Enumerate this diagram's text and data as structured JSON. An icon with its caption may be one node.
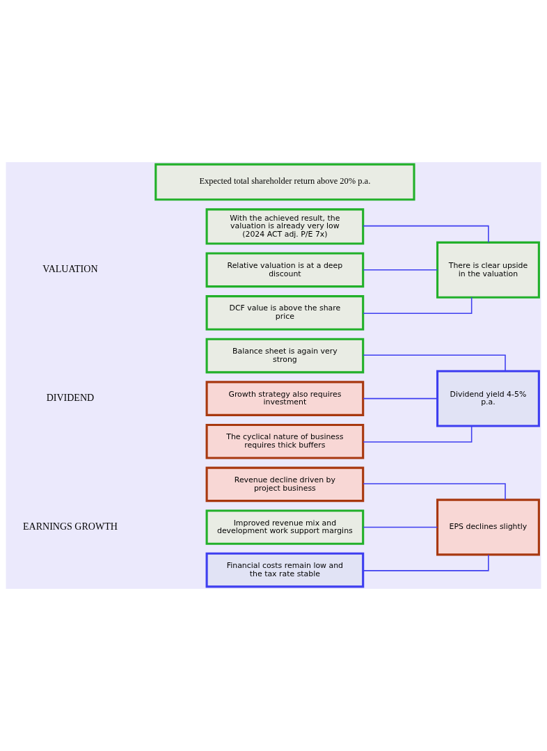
{
  "diagram": {
    "nodes": [
      {
        "text": [
          "Revenue decline driven by project business"
        ]
      },
      {
        "text": [
          "Improved revenue mix and development work support margins"
        ]
      },
      {
        "text": [
          "Financial costs remain low and the tax rate stable"
        ]
      },
      {
        "text": [
          "EPS declines slightly"
        ]
      },
      {
        "text": [
          "Balance sheet is again very strong"
        ]
      },
      {
        "text": [
          "Growth strategy also requires investment"
        ]
      },
      {
        "text": [
          "The cyclical nature of business requires thick buffers"
        ]
      },
      {
        "text": [
          "Dividend yield 4-5% p.a."
        ]
      },
      {
        "text": [
          "With the achieved result, the valuation is already very low (2024 ACT adj. P/E 7x)"
        ]
      },
      {
        "text": [
          "Relative valuation is at a deep discount"
        ]
      },
      {
        "text": [
          "DCF value is above the share price"
        ]
      },
      {
        "text": [
          "There is clear upside in the valuation"
        ]
      },
      {
        "text": [
          "Expected total shareholder return above 20% p.a."
        ]
      }
    ],
    "edges": [
      {
        "from": 0,
        "to": 3,
        "arrow": "none"
      },
      {
        "from": 1,
        "to": 3,
        "arrow": "none"
      },
      {
        "from": 2,
        "to": 3,
        "arrow": "none"
      },
      {
        "from": 4,
        "to": 7,
        "arrow": "none"
      },
      {
        "from": 5,
        "to": 7,
        "arrow": "none"
      },
      {
        "from": 6,
        "to": 7,
        "arrow": "none"
      },
      {
        "from": 8,
        "to": 11,
        "arrow": "none"
      },
      {
        "from": 9,
        "to": 11,
        "arrow": "none"
      },
      {
        "from": 10,
        "to": 11,
        "arrow": "none"
      }
    ],
    "labels": [
      "EARNINGS GROWTH",
      "DIVIDEND",
      "VALUATION"
    ]
  }
}
